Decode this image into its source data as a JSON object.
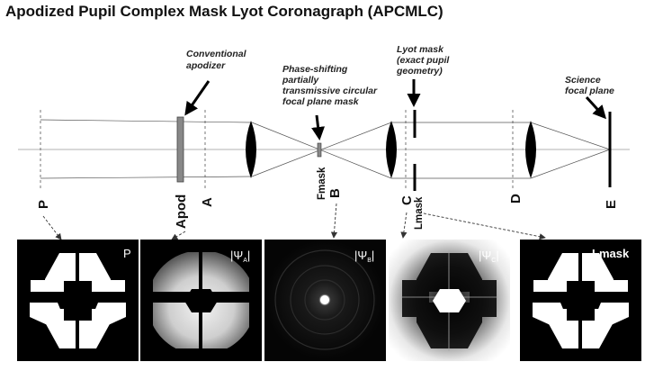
{
  "title": "Apodized Pupil Complex Mask Lyot Coronagraph (APCMLC)",
  "annotations": {
    "apodizer": [
      "Conventional",
      "apodizer"
    ],
    "focal_mask": [
      "Phase-shifting",
      "partially",
      "transmissive circular",
      "focal plane mask"
    ],
    "lyot_mask": [
      "Lyot mask",
      "(exact pupil",
      "geometry)"
    ],
    "science": [
      "Science",
      "focal plane"
    ]
  },
  "planes": {
    "p": "P",
    "apod": "Apod",
    "a": "A",
    "fmask": "Fmask",
    "b": "B",
    "c": "C",
    "lmask": "Lmask",
    "d": "D",
    "e": "E"
  },
  "panels": [
    {
      "id": "p",
      "label": "P",
      "sub": ""
    },
    {
      "id": "psi-a",
      "label": "|Ψ",
      "sub": "A",
      "close": "|"
    },
    {
      "id": "psi-b",
      "label": "|Ψ",
      "sub": "B",
      "close": "|"
    },
    {
      "id": "psi-c",
      "label": "|Ψ",
      "sub": "C",
      "close": "|"
    },
    {
      "id": "lmask",
      "label": "Lmask",
      "sub": ""
    }
  ]
}
